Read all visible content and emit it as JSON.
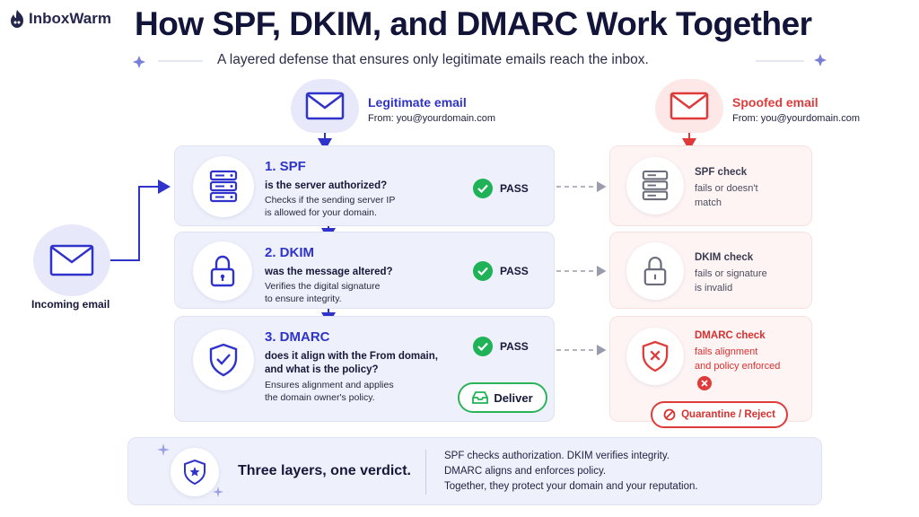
{
  "brand": {
    "name": "InboxWarm"
  },
  "header": {
    "title": "How SPF, DKIM, and DMARC Work Together",
    "subtitle": "A layered defense that ensures only legitimate emails reach the inbox."
  },
  "incoming": {
    "label": "Incoming email"
  },
  "legitimate": {
    "label": "Legitimate email",
    "from": "From: you@yourdomain.com"
  },
  "spoofed": {
    "label": "Spoofed email",
    "from": "From: you@yourdomain.com"
  },
  "stages": [
    {
      "title": "1. SPF",
      "question": [
        "is the server authorized?"
      ],
      "desc": [
        "Checks if the sending server IP",
        "is allowed for your domain."
      ],
      "result": "PASS"
    },
    {
      "title": "2. DKIM",
      "question": [
        "was the message altered?"
      ],
      "desc": [
        "Verifies the digital signature",
        "to ensure integrity."
      ],
      "result": "PASS"
    },
    {
      "title": "3. DMARC",
      "question": [
        "does it align with the From domain,",
        "and what is the policy?"
      ],
      "desc": [
        "Ensures alignment and applies",
        "the domain owner's policy."
      ],
      "result": "PASS"
    }
  ],
  "deliver": {
    "label": "Deliver"
  },
  "spoof_checks": [
    {
      "label": "SPF check",
      "desc": [
        "fails or doesn't",
        "match"
      ]
    },
    {
      "label": "DKIM check",
      "desc": [
        "fails or signature",
        "is invalid"
      ]
    },
    {
      "label": "DMARC check",
      "desc": [
        "fails alignment",
        "and policy enforced"
      ]
    }
  ],
  "reject": {
    "label": "Quarantine / Reject"
  },
  "summary": {
    "title": "Three layers, one verdict.",
    "lines": [
      "SPF checks authorization. DKIM verifies integrity.",
      "DMARC aligns and enforces policy.",
      "Together, they protect your domain and your reputation."
    ]
  },
  "colors": {
    "accent_blue": "#2f33c9",
    "pass_green": "#1fb257",
    "fail_red": "#e03b3b",
    "stage_bg": "#eef0fb",
    "spoof_bg": "#fff4f4"
  }
}
